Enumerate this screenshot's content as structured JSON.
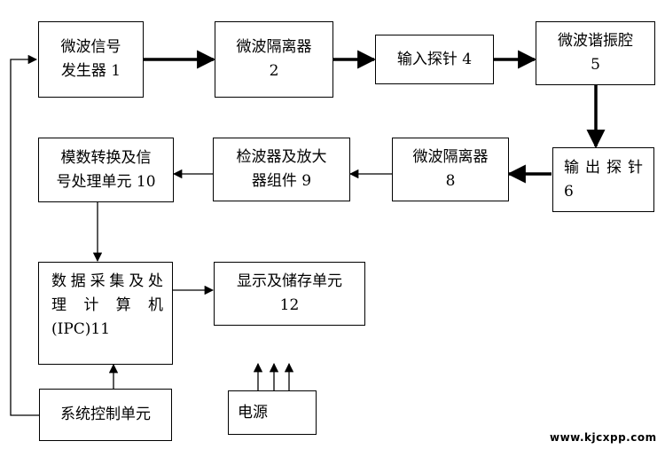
{
  "blocks": {
    "b1": {
      "lines": [
        "微波信号",
        "发生器 1"
      ]
    },
    "b2": {
      "lines": [
        "微波隔离器",
        "2"
      ]
    },
    "b4": {
      "lines": [
        "输入探针 4"
      ]
    },
    "b5": {
      "lines": [
        "微波谐振腔",
        "5"
      ]
    },
    "b6": {
      "lines": [
        "输 出 探 针",
        "6"
      ]
    },
    "b8": {
      "lines": [
        "微波隔离器",
        "8"
      ]
    },
    "b9": {
      "lines": [
        "检波器及放大",
        "器组件 9"
      ]
    },
    "b10": {
      "lines": [
        "模数转换及信",
        "号处理单元 10"
      ]
    },
    "b11": {
      "lines": [
        "数据采集及处",
        "理计算机",
        "(IPC)11"
      ]
    },
    "b12": {
      "lines": [
        "显示及储存单元",
        "12"
      ]
    },
    "ctrl": {
      "lines": [
        "系统控制单元"
      ]
    },
    "power": {
      "lines": [
        "电源"
      ]
    }
  },
  "watermark": "www.kjcxpp.com",
  "colors": {
    "stroke": "#000000",
    "background": "#ffffff"
  }
}
